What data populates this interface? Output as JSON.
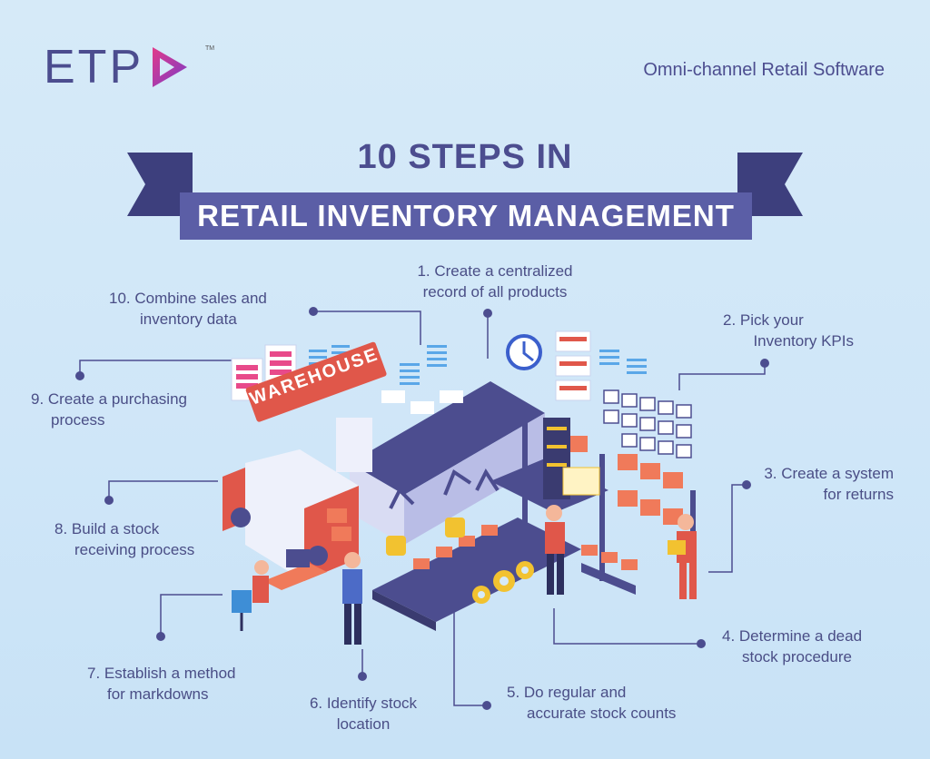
{
  "brand": {
    "logo_text": "ETP",
    "trademark": "TM",
    "tagline": "Omni-channel Retail Software"
  },
  "title": {
    "line1": "10 STEPS IN",
    "line2": "RETAIL INVENTORY MANAGEMENT"
  },
  "illustration": {
    "warehouse_sign": "WAREHOUSE"
  },
  "steps": [
    {
      "line1": "1. Create a centralized",
      "line2": "record of all products"
    },
    {
      "line1": "2. Pick your",
      "line2": "Inventory KPIs"
    },
    {
      "line1": "3. Create a system",
      "line2": "for returns"
    },
    {
      "line1": "4. Determine a dead",
      "line2": "stock procedure"
    },
    {
      "line1": "5. Do regular and",
      "line2": "accurate stock counts"
    },
    {
      "line1": "6. Identify stock",
      "line2": "location"
    },
    {
      "line1": "7. Establish a method",
      "line2": "for markdowns"
    },
    {
      "line1": "8. Build a stock",
      "line2": "receiving process"
    },
    {
      "line1": "9. Create a purchasing",
      "line2": "process"
    },
    {
      "line1": "10. Combine sales and",
      "line2": "inventory data"
    }
  ],
  "colors": {
    "primary": "#4c4d8f",
    "ribbon": "#5b5ea6",
    "ribbon_dark": "#3d3f7d",
    "accent_orange": "#f07a5a",
    "accent_red": "#e0574a",
    "background": "#d6eaf8"
  }
}
